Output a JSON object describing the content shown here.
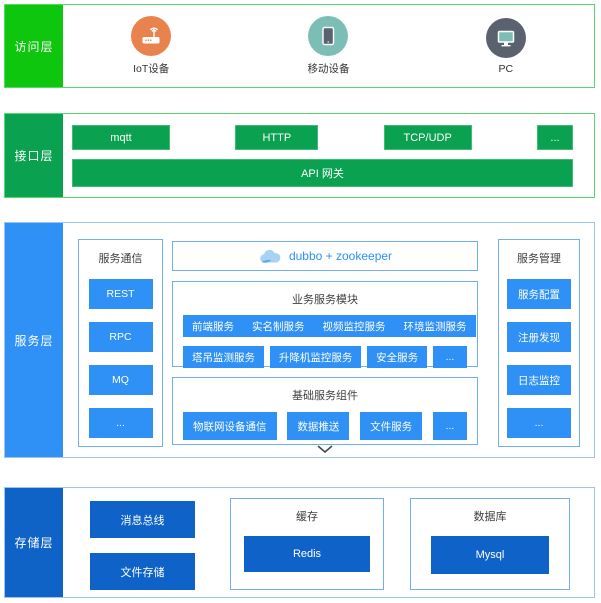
{
  "colors": {
    "access_sidebar": "#0dc60d",
    "interface_green": "#0aa150",
    "service_blue": "#2f90f5",
    "storage_blue": "#0f63c8",
    "iot_orange": "#e8834e",
    "mobile_teal": "#7cbeb6",
    "pc_slate": "#59626e"
  },
  "layers": {
    "access": {
      "label": "访问层",
      "devices": [
        {
          "label": "IoT设备"
        },
        {
          "label": "移动设备"
        },
        {
          "label": "PC"
        }
      ]
    },
    "interface": {
      "label": "接口层",
      "protocols": [
        "mqtt",
        "HTTP",
        "TCP/UDP",
        "..."
      ],
      "gateway": "API 网关"
    },
    "service": {
      "label": "服务层",
      "comm": {
        "title": "服务通信",
        "items": [
          "REST",
          "RPC",
          "MQ",
          "..."
        ]
      },
      "middleware": "dubbo + zookeeper",
      "business": {
        "title": "业务服务模块",
        "row1": [
          "前端服务",
          "实名制服务",
          "视频监控服务",
          "环境监测服务"
        ],
        "row2": [
          "塔吊监测服务",
          "升降机监控服务",
          "安全服务",
          "..."
        ]
      },
      "basic": {
        "title": "基础服务组件",
        "items": [
          "物联网设备通信",
          "数据推送",
          "文件服务",
          "..."
        ]
      },
      "mgmt": {
        "title": "服务管理",
        "items": [
          "服务配置",
          "注册发现",
          "日志监控",
          "..."
        ]
      }
    },
    "storage": {
      "label": "存储层",
      "buses": [
        "消息总线",
        "文件存储"
      ],
      "cache": {
        "title": "缓存",
        "item": "Redis"
      },
      "db": {
        "title": "数据库",
        "item": "Mysql"
      }
    }
  }
}
